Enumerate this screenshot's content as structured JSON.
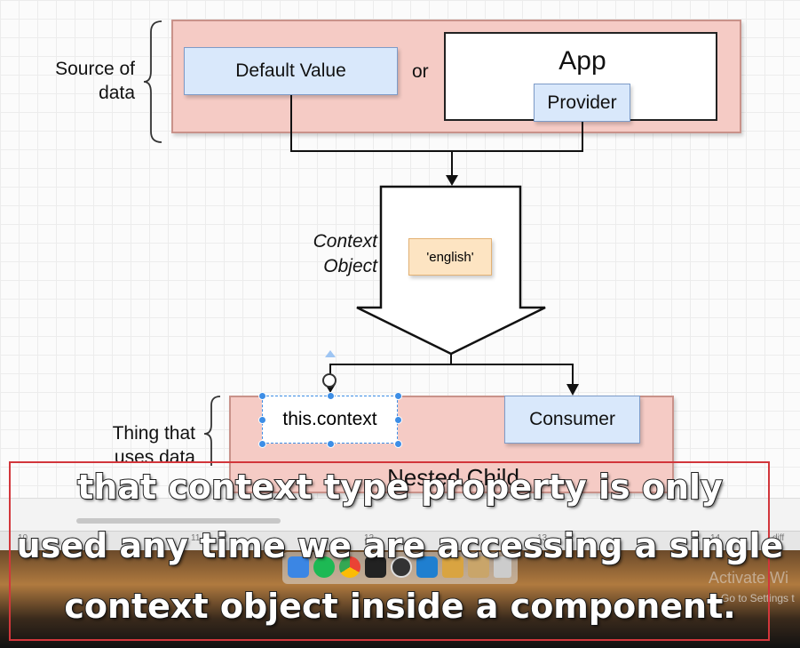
{
  "diagram": {
    "source_label": "Source of\ndata",
    "default_value": "Default Value",
    "or_label": "or",
    "app_label": "App",
    "provider_label": "Provider",
    "context_object_label": "Context\nObject",
    "english_value": "'english'",
    "thing_label": "Thing that\nuses data",
    "this_context": "this.context",
    "consumer_label": "Consumer",
    "nested_child": "Nested Child"
  },
  "taskbar": {
    "ruler_ticks": [
      "10",
      "11",
      "12",
      "13",
      "14"
    ],
    "diff_label": "diff"
  },
  "watermark": {
    "line1": "Activate Wi",
    "line2": "Go to Settings t"
  },
  "subtitle": {
    "line1": "that context type property is only",
    "line2": "used any time we are accessing a single",
    "line3": "context object inside a component."
  }
}
